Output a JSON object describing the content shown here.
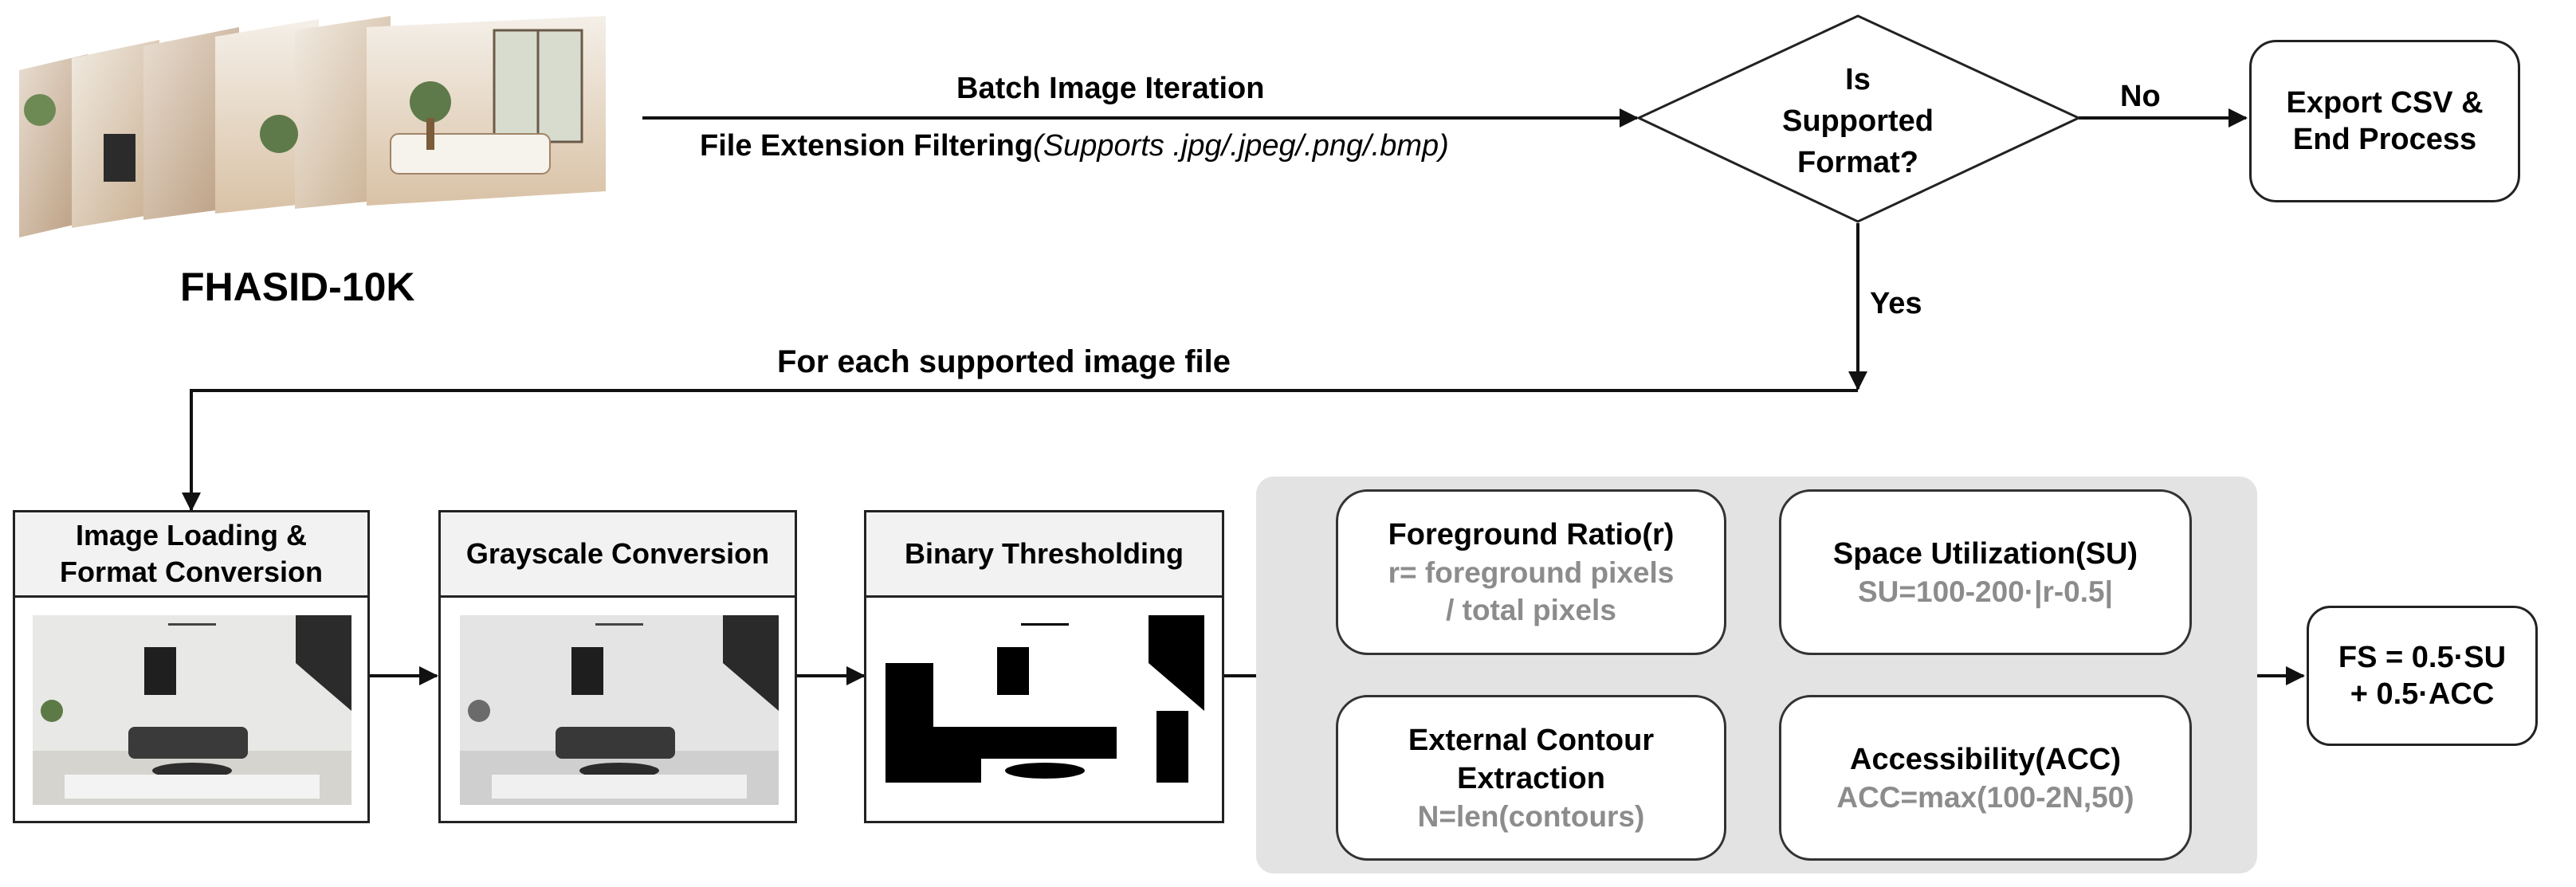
{
  "dataset": {
    "name": "FHASID-10K"
  },
  "top_flow": {
    "line1": "Batch Image Iteration",
    "line2_bold": "File Extension Filtering",
    "line2_italic": "(Supports .jpg/.jpeg/.png/.bmp)"
  },
  "decision": {
    "line1": "Is",
    "line2": "Supported",
    "line3": "Format?",
    "no_label": "No",
    "yes_label": "Yes"
  },
  "end_box": {
    "line1": "Export CSV &",
    "line2": "End Process"
  },
  "loop_label": "For each supported image file",
  "steps": [
    {
      "line1": "Image Loading &",
      "line2": "Format Conversion"
    },
    {
      "line1": "Grayscale Conversion"
    },
    {
      "line1": "Binary Thresholding"
    }
  ],
  "metrics": {
    "foreground": {
      "title": "Foreground Ratio(r)",
      "sub1": "r= foreground pixels",
      "sub2": "/ total pixels"
    },
    "space": {
      "title": "Space Utilization(SU)",
      "sub": "SU=100-200·|r-0.5|"
    },
    "contour": {
      "title1": "External Contour",
      "title2": "Extraction",
      "sub": "N=len(contours)"
    },
    "access": {
      "title": "Accessibility(ACC)",
      "sub": "ACC=max(100-2N,50)"
    }
  },
  "final": {
    "line1": "FS = 0.5·SU",
    "line2": "+ 0.5·ACC"
  },
  "colors": {
    "line": "#111111",
    "gray_zone": "#e3e3e3",
    "sub_text": "#8c8c8c",
    "header_fill": "#f2f2f2"
  }
}
